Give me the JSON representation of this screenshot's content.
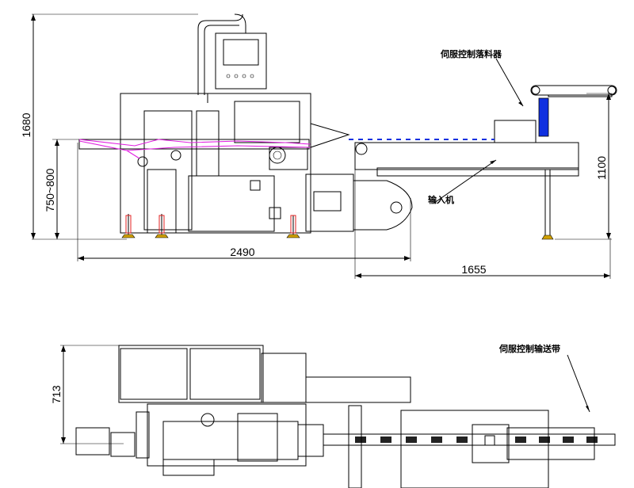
{
  "dimensions": {
    "total_height": "1680",
    "work_height": "750~800",
    "length": "2490",
    "feeder_length": "1655",
    "feeder_height": "1100",
    "plan_width": "713"
  },
  "annotations": {
    "servo_feeder": "伺服控制落料器",
    "infeed_machine": "输入机",
    "conveyor": "伺服控制输送带"
  },
  "colors": {
    "film_path": "#e020e0",
    "blue_parts": "#1030e0",
    "red_dots": "#e02020"
  }
}
